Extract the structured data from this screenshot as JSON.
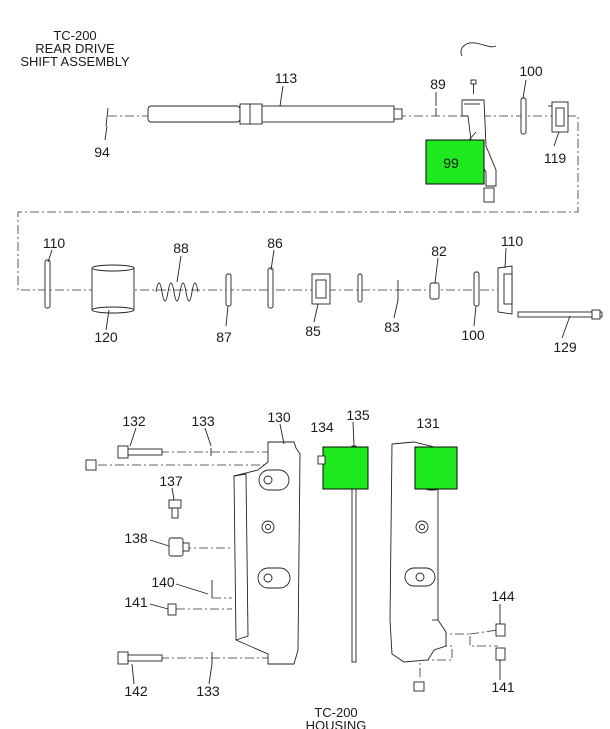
{
  "titles": {
    "shift_line1": "TC-200",
    "shift_line2": "REAR DRIVE",
    "shift_line3": "SHIFT ASSEMBLY",
    "housing_line1": "TC-200",
    "housing_line2": "HOUSING"
  },
  "callouts": {
    "c113": "113",
    "c89": "89",
    "c100a": "100",
    "c94": "94",
    "c99": "99",
    "c119": "119",
    "c110a": "110",
    "c88": "88",
    "c86": "86",
    "c82": "82",
    "c110b": "110",
    "c120": "120",
    "c87": "87",
    "c85": "85",
    "c83": "83",
    "c100b": "100",
    "c129": "129",
    "c132": "132",
    "c133a": "133",
    "c130": "130",
    "c134": "134",
    "c135": "135",
    "c131": "131",
    "c137": "137",
    "c138": "138",
    "c140": "140",
    "c141a": "141",
    "c142": "142",
    "c133b": "133",
    "c144": "144",
    "c141b": "141"
  },
  "highlight_color": "#1ee81e"
}
